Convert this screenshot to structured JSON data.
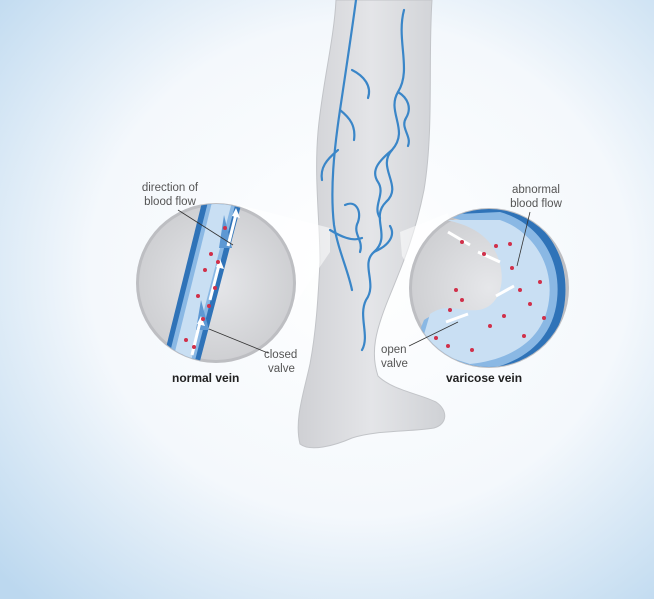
{
  "labels": {
    "direction_of": "direction of",
    "blood_flow": "blood flow",
    "abnormal": "abnormal",
    "abnormal_blood_flow": "blood flow",
    "closed": "closed",
    "closed_valve": "valve",
    "open": "open",
    "open_valve": "valve",
    "normal_vein": "normal vein",
    "varicose_vein": "varicose vein"
  },
  "colors": {
    "vein_blue": "#3a86c8",
    "blood_red": "#d0304a",
    "leg_gray": "#d9dadd",
    "bg_blue": "#b8d6ee"
  }
}
